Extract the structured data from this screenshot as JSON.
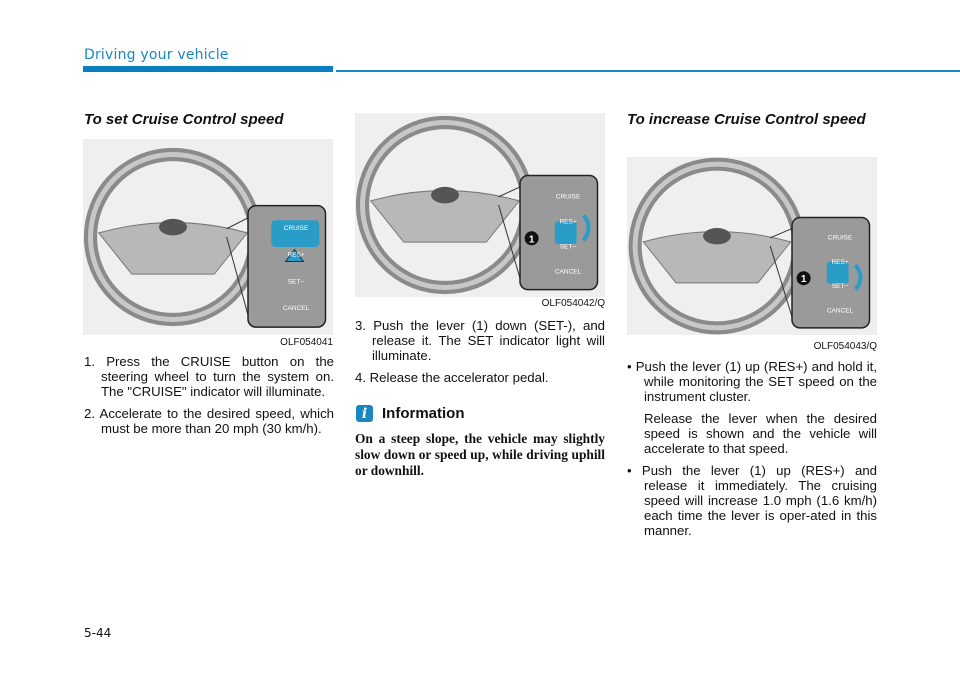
{
  "header": {
    "section_title": "Driving your vehicle"
  },
  "col1": {
    "heading": "To set Cruise Control speed",
    "figure_caption": "OLF054041",
    "steps": [
      "1. Press the CRUISE button on the steering wheel to turn the system on. The \"CRUISE\" indicator will illuminate.",
      "2. Accelerate to the desired speed, which must be more than 20 mph (30 km/h)."
    ]
  },
  "col2": {
    "figure_caption": "OLF054042/Q",
    "steps": [
      "3. Push the lever (1) down (SET-), and release it. The SET indicator light will illuminate.",
      "4. Release the accelerator pedal."
    ],
    "info": {
      "icon": "info-icon",
      "icon_glyph": "i",
      "title": "Information",
      "body": "On a steep slope, the vehicle may slightly slow down or speed up, while driving uphill or downhill."
    }
  },
  "col3": {
    "heading": "To increase Cruise Control speed",
    "figure_caption": "OLF054043/Q",
    "bullets": [
      {
        "text": "Push the lever (1) up (RES+) and hold it, while monitoring the SET speed on the instrument cluster.",
        "sub": "Release the lever when the desired speed is shown and the vehicle will accelerate to that speed."
      },
      {
        "text": "Push the lever (1) up (RES+) and release it immediately. The cruising speed will increase 1.0 mph (1.6 km/h) each time the lever is oper-ated in this manner."
      }
    ]
  },
  "figures": {
    "labels": [
      "CRUISE",
      "RES+",
      "SET−",
      "CANCEL"
    ],
    "callout": "1",
    "accent": "#2a9cc8"
  },
  "footer": {
    "page_number": "5-44"
  },
  "colors": {
    "accent": "#1a87c2"
  }
}
